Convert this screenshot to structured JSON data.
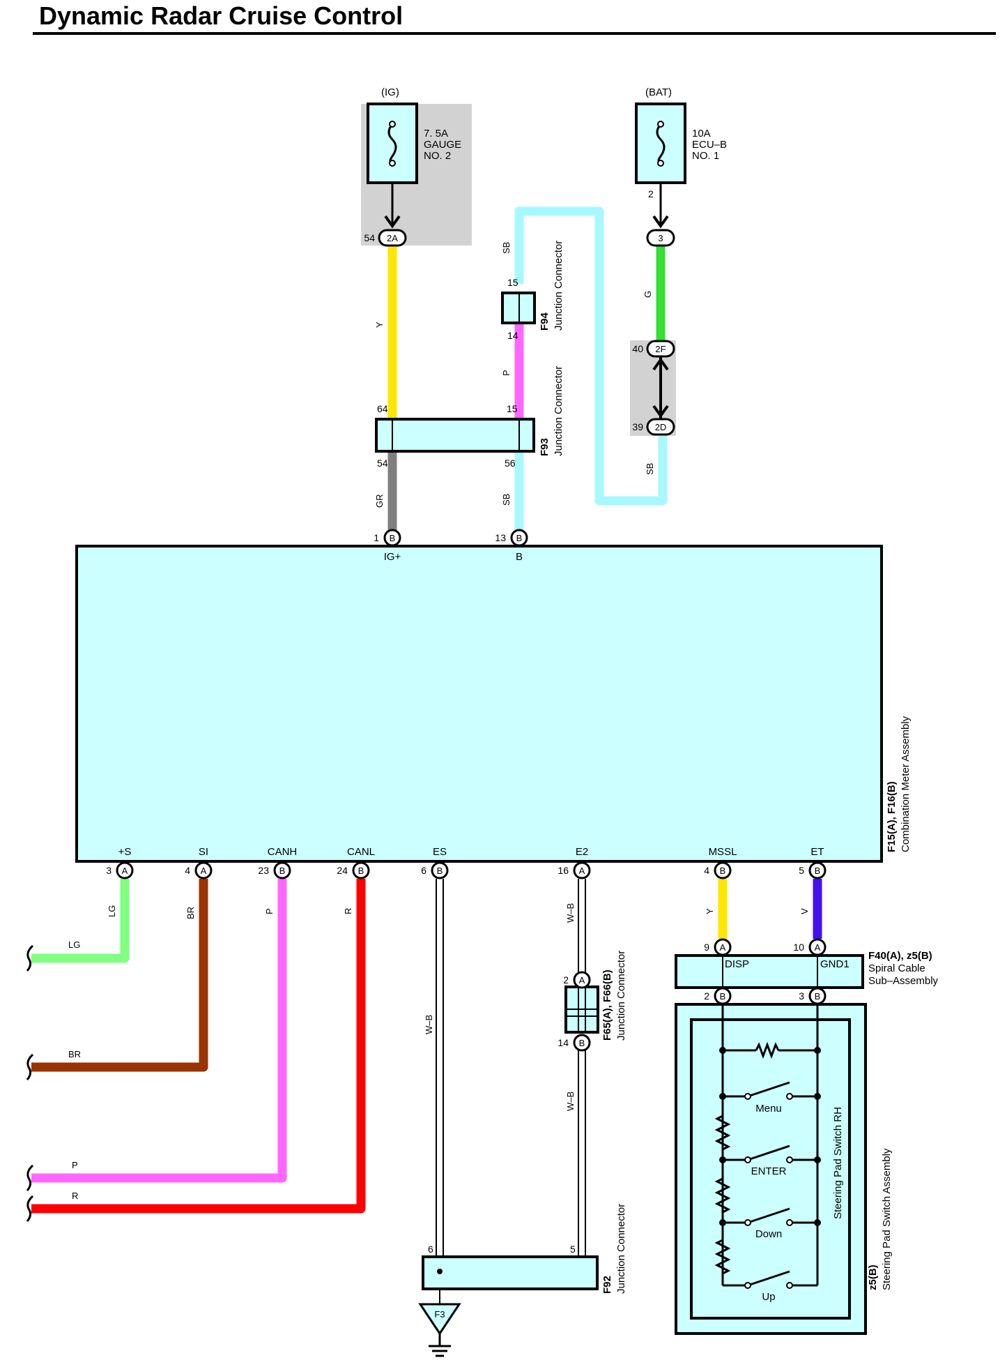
{
  "title": "Dynamic Radar Cruise Control",
  "colors": {
    "Y": "#ffe600",
    "SB": "#a8f8ff",
    "P": "#ff66ff",
    "G": "#33e033",
    "GR": "#7f7f7f",
    "LG": "#80ff80",
    "BR": "#993300",
    "R": "#ff0000",
    "V": "#4411ee",
    "component_fill": "#ccffff",
    "shade": "#d2d2d2"
  },
  "power": {
    "ig": {
      "source": "(IG)",
      "fuse_rating": "7. 5A",
      "fuse_name_1": "GAUGE",
      "fuse_name_2": "NO. 2"
    },
    "bat": {
      "source": "(BAT)",
      "fuse_rating": "10A",
      "fuse_name_1": "ECU–B",
      "fuse_name_2": "NO. 1",
      "fuse_pin": "2"
    }
  },
  "connectors": {
    "c2a": {
      "code": "2A",
      "pin": "54"
    },
    "c3": {
      "code": "3"
    },
    "c2f": {
      "code": "2F",
      "pin": "40"
    },
    "c2d": {
      "code": "2D",
      "pin": "39"
    },
    "f94": {
      "id": "F94",
      "name": "Junction Connector",
      "pin_top": "15",
      "pin_bottom": "14"
    },
    "f93": {
      "id": "F93",
      "name": "Junction Connector",
      "pin_tl": "64",
      "pin_tr": "15",
      "pin_bl": "54",
      "pin_br": "56"
    },
    "f65": {
      "id": "F65(A), F66(B)",
      "name": "Junction Connector",
      "pin_top": "2",
      "code_top": "A",
      "pin_bottom": "14",
      "code_bottom": "B"
    },
    "f92": {
      "id": "F92",
      "name": "Junction Connector",
      "pin_left": "6",
      "pin_right": "5"
    },
    "f40": {
      "id": "F40(A), z5(B)",
      "name_1": "Spiral Cable",
      "name_2": "Sub–Assembly",
      "term_disp": "DISP",
      "term_gnd": "GND1",
      "pin_disp_in": "9",
      "code_disp_in": "A",
      "pin_gnd_in": "10",
      "code_gnd_in": "A",
      "pin_disp_out": "2",
      "code_disp_out": "B",
      "pin_gnd_out": "3",
      "code_gnd_out": "B"
    }
  },
  "meter": {
    "id": "F15(A), F16(B)",
    "name": "Combination Meter Assembly",
    "top_terminals": [
      {
        "pin": "1",
        "code": "B",
        "label": "IG+"
      },
      {
        "pin": "13",
        "code": "B",
        "label": "B"
      }
    ],
    "bottom_terminals": [
      {
        "pin": "3",
        "code": "A",
        "label": "+S"
      },
      {
        "pin": "4",
        "code": "A",
        "label": "SI"
      },
      {
        "pin": "23",
        "code": "B",
        "label": "CANH"
      },
      {
        "pin": "24",
        "code": "B",
        "label": "CANL"
      },
      {
        "pin": "6",
        "code": "B",
        "label": "ES"
      },
      {
        "pin": "16",
        "code": "A",
        "label": "E2"
      },
      {
        "pin": "4",
        "code": "B",
        "label": "MSSL"
      },
      {
        "pin": "5",
        "code": "B",
        "label": "ET"
      }
    ]
  },
  "wire_codes": {
    "ig_y": "Y",
    "sb_top": "SB",
    "g": "G",
    "p_mid": "P",
    "sb_right": "SB",
    "gr": "GR",
    "sb_mid": "SB",
    "lg": "LG",
    "br": "BR",
    "p": "P",
    "r": "R",
    "es_wb": "W–B",
    "e2_wb_top": "W–B",
    "e2_wb_bottom": "W–B",
    "mssl_y": "Y",
    "et_v": "V"
  },
  "left_ends": {
    "lg": "LG",
    "br": "BR",
    "p": "P",
    "r": "R"
  },
  "ground": {
    "code": "F3"
  },
  "steering": {
    "inner_name": "Steering Pad Switch RH",
    "outer_id": "z5(B)",
    "outer_name": "Steering Pad Switch Assembly",
    "switches": [
      "Menu",
      "ENTER",
      "Down",
      "Up"
    ]
  }
}
